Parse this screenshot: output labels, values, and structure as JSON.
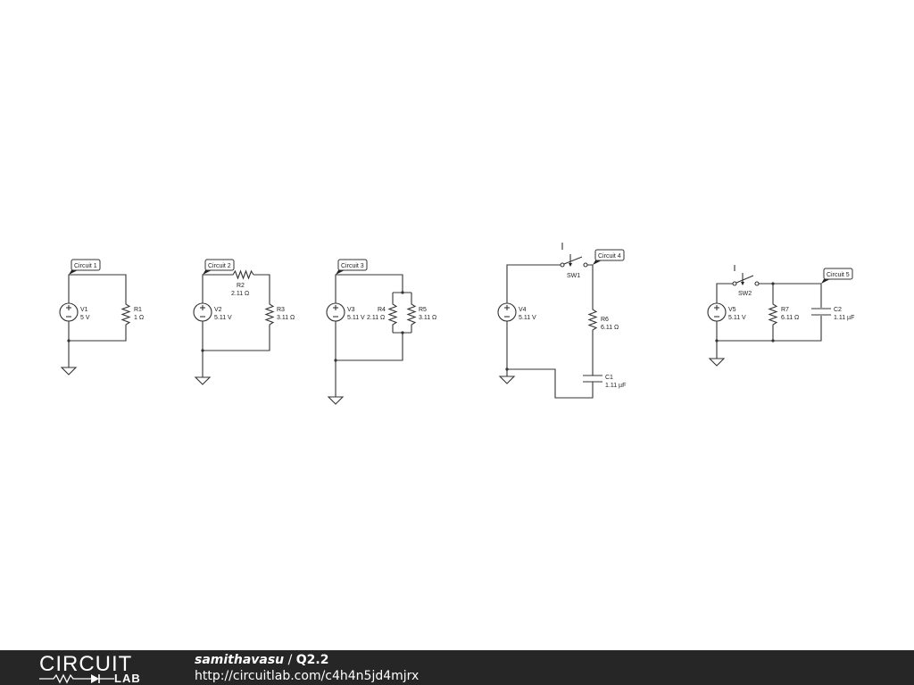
{
  "schematic": {
    "circuits": [
      {
        "tag": "Circuit 1",
        "components": [
          {
            "ref": "V1",
            "value": "5 V"
          },
          {
            "ref": "R1",
            "value": "1 Ω"
          }
        ]
      },
      {
        "tag": "Circuit 2",
        "components": [
          {
            "ref": "V2",
            "value": "5.11 V"
          },
          {
            "ref": "R2",
            "value": "2.11 Ω"
          },
          {
            "ref": "R3",
            "value": "3.11 Ω"
          }
        ]
      },
      {
        "tag": "Circuit 3",
        "components": [
          {
            "ref": "V3",
            "value": "5.11 V"
          },
          {
            "ref": "R4",
            "value": "2.11 Ω"
          },
          {
            "ref": "R5",
            "value": "3.11 Ω"
          }
        ]
      },
      {
        "tag": "Circuit 4",
        "components": [
          {
            "ref": "V4",
            "value": "5.11 V"
          },
          {
            "ref": "SW1",
            "value": ""
          },
          {
            "ref": "R6",
            "value": "6.11 Ω"
          },
          {
            "ref": "C1",
            "value": "1.11 µF"
          }
        ]
      },
      {
        "tag": "Circuit 5",
        "components": [
          {
            "ref": "V5",
            "value": "5.11 V"
          },
          {
            "ref": "SW2",
            "value": ""
          },
          {
            "ref": "R7",
            "value": "6.11 Ω"
          },
          {
            "ref": "C2",
            "value": "1.11 µF"
          }
        ]
      }
    ]
  },
  "footer": {
    "logo_word": "CIRCUIT",
    "logo_sub": "LAB",
    "author": "samithavasu",
    "separator": " / ",
    "title": "Q2.2",
    "url": "http://circuitlab.com/c4h4n5jd4mjrx"
  }
}
